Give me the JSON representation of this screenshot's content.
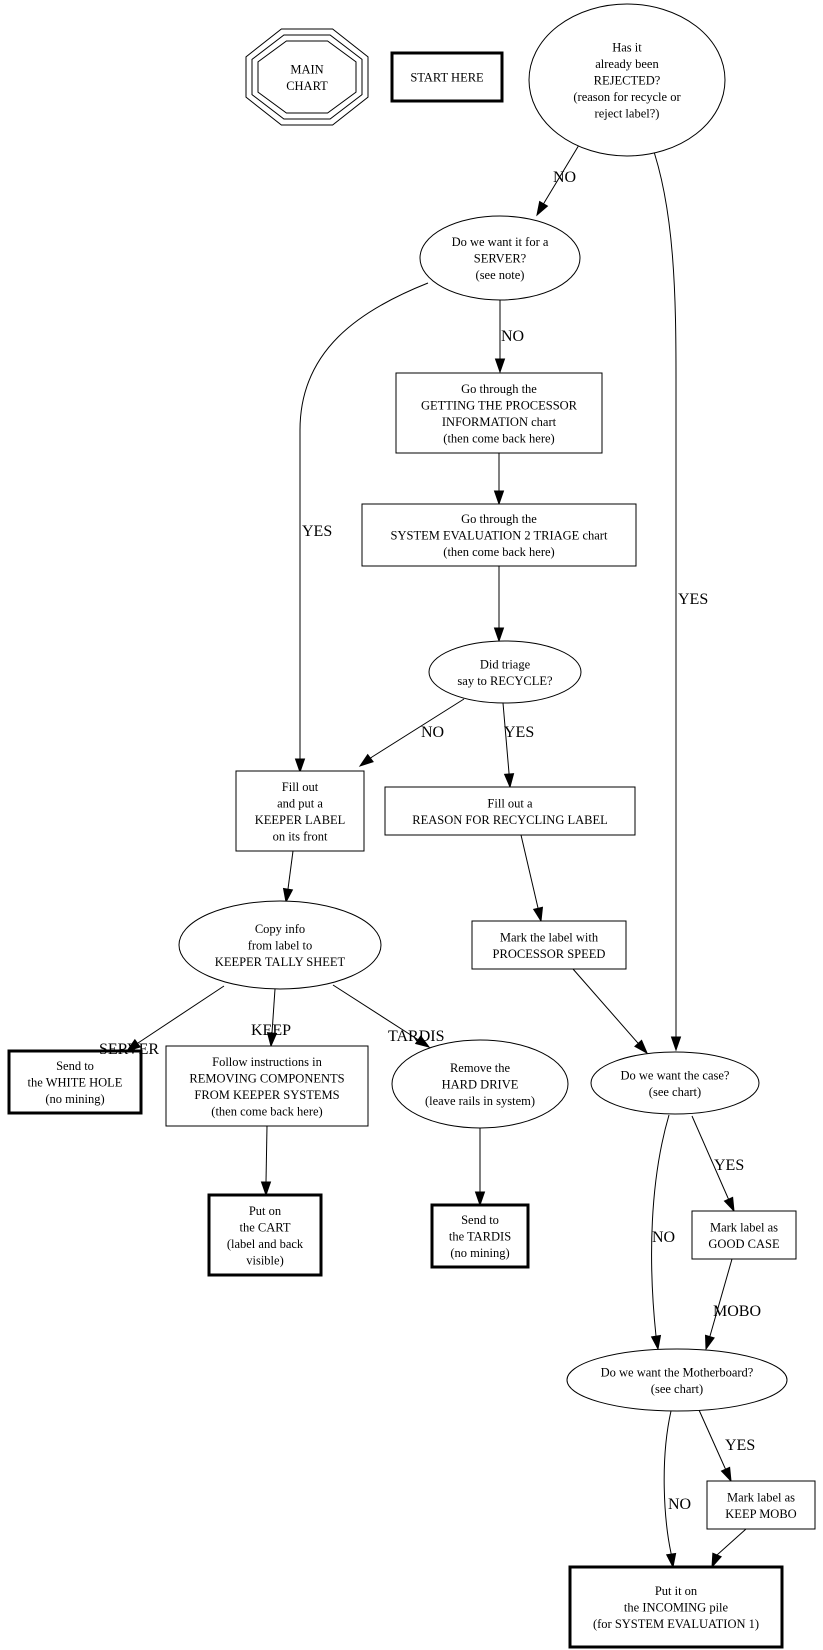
{
  "diagram": {
    "title": "MAIN CHART flowchart",
    "nodes": {
      "main_chart": {
        "shape": "tripleoctagon",
        "lines": [
          "MAIN",
          "CHART"
        ]
      },
      "start_here": {
        "shape": "box-bold",
        "lines": [
          "START HERE"
        ]
      },
      "rejected": {
        "shape": "ellipse",
        "lines": [
          "Has it",
          "already been",
          "REJECTED?",
          "(reason for recycle or",
          "reject label?)"
        ]
      },
      "server": {
        "shape": "ellipse",
        "lines": [
          "Do we want it for a",
          "SERVER?",
          "(see note)"
        ]
      },
      "processor_info": {
        "shape": "box",
        "lines": [
          "Go through the",
          "GETTING THE PROCESSOR",
          "INFORMATION chart",
          "(then come back here)"
        ]
      },
      "triage_chart": {
        "shape": "box",
        "lines": [
          "Go through the",
          "SYSTEM EVALUATION 2 TRIAGE chart",
          "(then come back here)"
        ]
      },
      "triage_recycle": {
        "shape": "ellipse",
        "lines": [
          "Did triage",
          "say to RECYCLE?"
        ]
      },
      "keeper_label": {
        "shape": "box",
        "lines": [
          "Fill out",
          "and put a",
          "KEEPER LABEL",
          "on its front"
        ]
      },
      "recycling_label": {
        "shape": "box",
        "lines": [
          "Fill out a",
          "REASON FOR RECYCLING LABEL"
        ]
      },
      "copy_info": {
        "shape": "ellipse",
        "lines": [
          "Copy info",
          "from label to",
          "KEEPER TALLY SHEET"
        ]
      },
      "processor_speed": {
        "shape": "box",
        "lines": [
          "Mark the label with",
          "PROCESSOR SPEED"
        ]
      },
      "white_hole": {
        "shape": "box-bold",
        "lines": [
          "Send to",
          "the WHITE HOLE",
          "(no mining)"
        ]
      },
      "removing_components": {
        "shape": "box",
        "lines": [
          "Follow instructions in",
          "REMOVING COMPONENTS",
          "FROM KEEPER SYSTEMS",
          "(then come back here)"
        ]
      },
      "hard_drive": {
        "shape": "ellipse",
        "lines": [
          "Remove the",
          "HARD DRIVE",
          "(leave rails in system)"
        ]
      },
      "want_case": {
        "shape": "ellipse",
        "lines": [
          "Do we want the case?",
          "(see chart)"
        ]
      },
      "cart": {
        "shape": "box-bold",
        "lines": [
          "Put on",
          "the CART",
          "(label and back",
          "visible)"
        ]
      },
      "tardis": {
        "shape": "box-bold",
        "lines": [
          "Send to",
          "the TARDIS",
          "(no mining)"
        ]
      },
      "good_case": {
        "shape": "box",
        "lines": [
          "Mark label as",
          "GOOD CASE"
        ]
      },
      "want_mobo": {
        "shape": "ellipse",
        "lines": [
          "Do we want the Motherboard?",
          "(see chart)"
        ]
      },
      "keep_mobo": {
        "shape": "box",
        "lines": [
          "Mark label as",
          "KEEP MOBO"
        ]
      },
      "incoming": {
        "shape": "box-bold",
        "lines": [
          "Put it on",
          "the INCOMING pile",
          "(for SYSTEM EVALUATION 1)"
        ]
      }
    },
    "edges": [
      {
        "from": "rejected",
        "to": "server",
        "label": "NO"
      },
      {
        "from": "rejected",
        "to": "want_case",
        "label": "YES"
      },
      {
        "from": "server",
        "to": "keeper_label",
        "label": "YES"
      },
      {
        "from": "server",
        "to": "processor_info",
        "label": "NO"
      },
      {
        "from": "processor_info",
        "to": "triage_chart",
        "label": ""
      },
      {
        "from": "triage_chart",
        "to": "triage_recycle",
        "label": ""
      },
      {
        "from": "triage_recycle",
        "to": "keeper_label",
        "label": "NO"
      },
      {
        "from": "triage_recycle",
        "to": "recycling_label",
        "label": "YES"
      },
      {
        "from": "keeper_label",
        "to": "copy_info",
        "label": ""
      },
      {
        "from": "recycling_label",
        "to": "processor_speed",
        "label": ""
      },
      {
        "from": "copy_info",
        "to": "white_hole",
        "label": "SERVER"
      },
      {
        "from": "copy_info",
        "to": "removing_components",
        "label": "KEEP"
      },
      {
        "from": "copy_info",
        "to": "hard_drive",
        "label": "TARDIS"
      },
      {
        "from": "processor_speed",
        "to": "want_case",
        "label": ""
      },
      {
        "from": "removing_components",
        "to": "cart",
        "label": ""
      },
      {
        "from": "hard_drive",
        "to": "tardis",
        "label": ""
      },
      {
        "from": "want_case",
        "to": "good_case",
        "label": "YES"
      },
      {
        "from": "want_case",
        "to": "want_mobo",
        "label": "NO"
      },
      {
        "from": "good_case",
        "to": "want_mobo",
        "label": "MOBO"
      },
      {
        "from": "want_mobo",
        "to": "keep_mobo",
        "label": "YES"
      },
      {
        "from": "want_mobo",
        "to": "incoming",
        "label": "NO"
      },
      {
        "from": "keep_mobo",
        "to": "incoming",
        "label": ""
      }
    ]
  }
}
